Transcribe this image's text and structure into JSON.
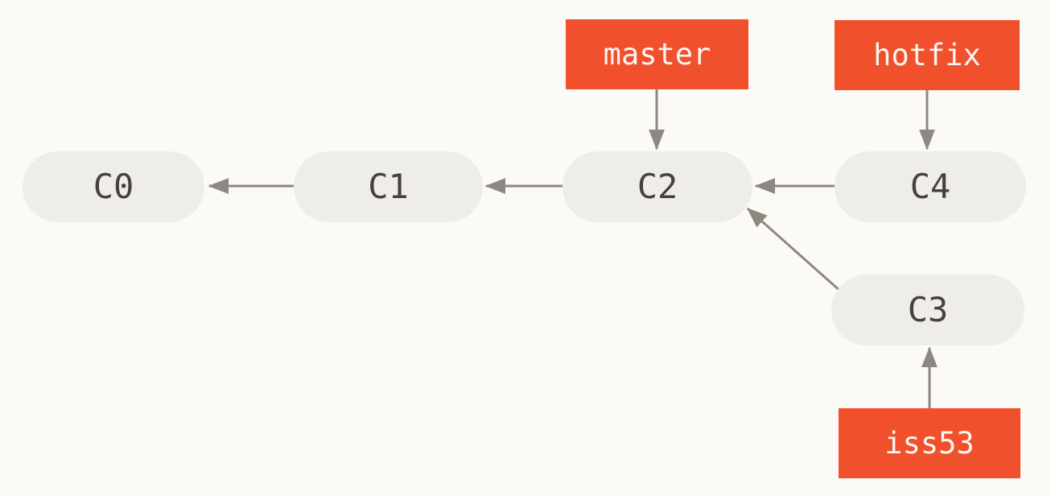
{
  "diagram": {
    "type": "git-commit-graph",
    "colors": {
      "background": "#FBFAF7",
      "commit_fill": "#EFEDE8",
      "commit_text": "#46413C",
      "branch_fill": "#F1502C",
      "branch_text": "#FAF6F1",
      "arrow": "#8E8880"
    },
    "commits": [
      {
        "id": "C0",
        "parents": []
      },
      {
        "id": "C1",
        "parents": [
          "C0"
        ]
      },
      {
        "id": "C2",
        "parents": [
          "C1"
        ]
      },
      {
        "id": "C3",
        "parents": [
          "C2"
        ]
      },
      {
        "id": "C4",
        "parents": [
          "C2"
        ]
      }
    ],
    "branches": [
      {
        "name": "master",
        "points_to": "C2",
        "position": "above"
      },
      {
        "name": "hotfix",
        "points_to": "C4",
        "position": "above"
      },
      {
        "name": "iss53",
        "points_to": "C3",
        "position": "below"
      }
    ],
    "edges": [
      {
        "from": "C1",
        "to": "C0"
      },
      {
        "from": "C2",
        "to": "C1"
      },
      {
        "from": "C4",
        "to": "C2"
      },
      {
        "from": "C3",
        "to": "C2"
      },
      {
        "from": "master",
        "to": "C2"
      },
      {
        "from": "hotfix",
        "to": "C4"
      },
      {
        "from": "iss53",
        "to": "C3"
      }
    ]
  }
}
